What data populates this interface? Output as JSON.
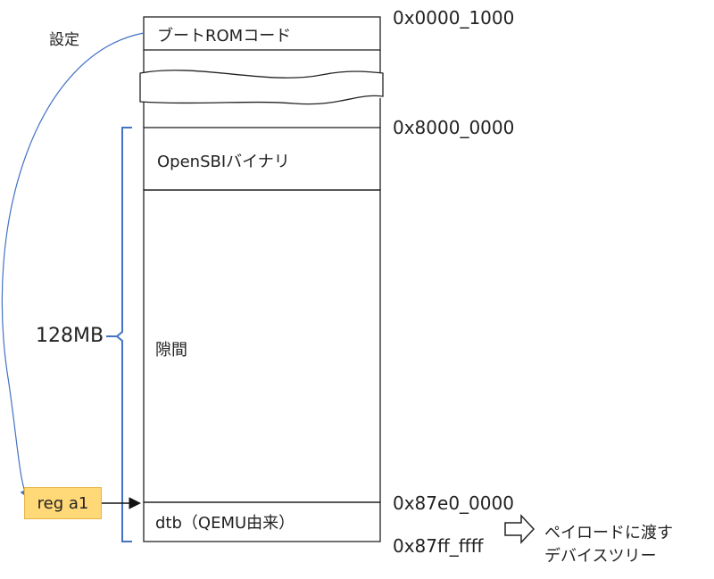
{
  "labels": {
    "config": "設定",
    "size": "128MB",
    "reg": "reg a1",
    "payload_line1": "ペイロードに渡す",
    "payload_line2": "デバイスツリー"
  },
  "blocks": {
    "boot_rom": "ブートROMコード",
    "opensbi": "OpenSBIバイナリ",
    "gap": "隙間",
    "dtb": "dtb（QEMU由来）"
  },
  "addresses": {
    "a0": "0x0000_1000",
    "a1": "0x8000_0000",
    "a2": "0x87e0_0000",
    "a3": "0x87ff_ffff"
  },
  "colors": {
    "brace": "#4472c4",
    "curve": "#4472c4",
    "reg_fill": "#ffd878",
    "reg_border": "#e7b545"
  }
}
